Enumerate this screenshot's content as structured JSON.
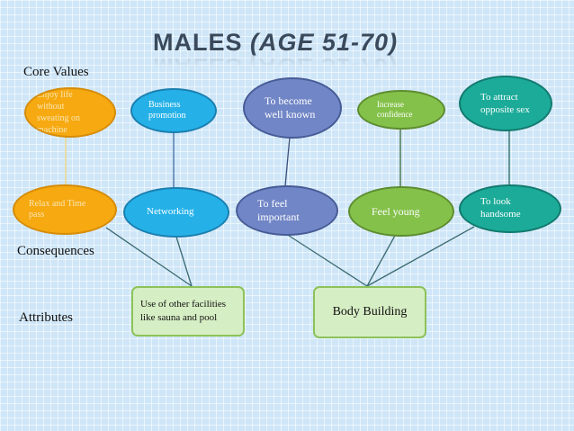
{
  "title": {
    "main": "MALES ",
    "paren": "(AGE 51-70)"
  },
  "row_labels": {
    "core_values": "Core Values",
    "consequences": "Consequences",
    "attributes": "Attributes"
  },
  "core_values": [
    {
      "text": "Enjoy life without sweating on machine",
      "color": "#f6a910"
    },
    {
      "text": "Business promotion",
      "color": "#25b1e8"
    },
    {
      "text": "To become well known",
      "color": "#7186c6"
    },
    {
      "text": "Increase confidence",
      "color": "#84c14a"
    },
    {
      "text": "To attract opposite sex",
      "color": "#1cab99"
    }
  ],
  "consequences": [
    {
      "text": "Relax and Time pass",
      "color": "#f6a910"
    },
    {
      "text": "Networking",
      "color": "#25b1e8"
    },
    {
      "text": "To feel important",
      "color": "#7186c6"
    },
    {
      "text": "Feel young",
      "color": "#84c14a"
    },
    {
      "text": "To look handsome",
      "color": "#1cab99"
    }
  ],
  "attributes": [
    {
      "text": "Use of other facilities like sauna and pool"
    },
    {
      "text": "Body Building"
    }
  ]
}
